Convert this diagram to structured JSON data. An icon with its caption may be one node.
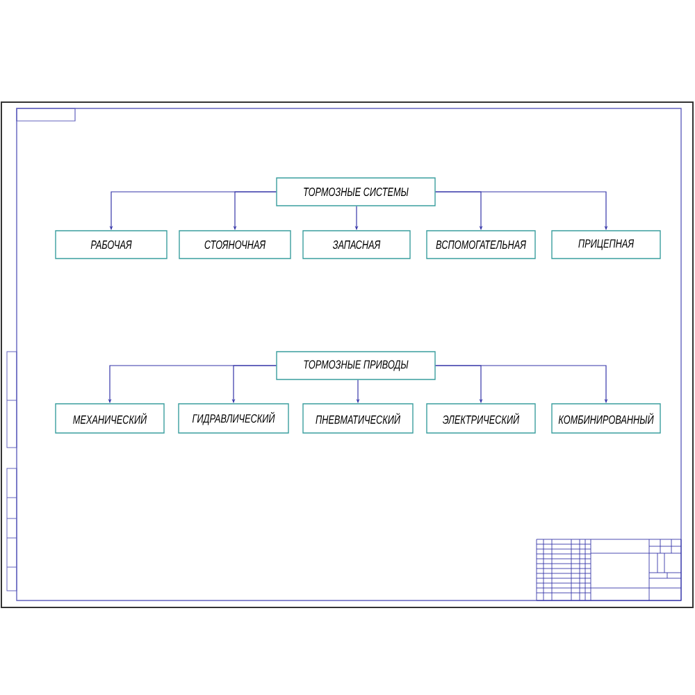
{
  "diagram": {
    "nodes": [
      {
        "text": [
          "ТОРМОЗНЫЕ СИСТЕМЫ"
        ]
      },
      {
        "text": [
          "РАБОЧАЯ"
        ]
      },
      {
        "text": [
          "СТОЯНОЧНАЯ"
        ]
      },
      {
        "text": [
          "ЗАПАСНАЯ"
        ]
      },
      {
        "text": [
          "ВСПОМОГАТЕЛЬНАЯ"
        ]
      },
      {
        "text": [
          "ПРИЦЕПНАЯ"
        ]
      },
      {
        "text": [
          "ТОРМОЗНЫЕ ПРИВОДЫ"
        ]
      },
      {
        "text": [
          "МЕХАНИЧЕСКИЙ"
        ]
      },
      {
        "text": [
          "ГИДРАВЛИЧЕСКИЙ"
        ]
      },
      {
        "text": [
          "ПНЕВМАТИЧЕСКИЙ"
        ]
      },
      {
        "text": [
          "ЭЛЕКТРИЧЕСКИЙ"
        ]
      },
      {
        "text": [
          "КОМБИНИРОВАННЫЙ"
        ]
      }
    ],
    "edges": [
      {
        "from": 0,
        "to": 1,
        "arrow": "to"
      },
      {
        "from": 0,
        "to": 2,
        "arrow": "to"
      },
      {
        "from": 0,
        "to": 3,
        "arrow": "to"
      },
      {
        "from": 0,
        "to": 4,
        "arrow": "to"
      },
      {
        "from": 0,
        "to": 5,
        "arrow": "to"
      },
      {
        "from": 6,
        "to": 7,
        "arrow": "to"
      },
      {
        "from": 6,
        "to": 8,
        "arrow": "to"
      },
      {
        "from": 6,
        "to": 9,
        "arrow": "to"
      },
      {
        "from": 6,
        "to": 10,
        "arrow": "to"
      },
      {
        "from": 6,
        "to": 11,
        "arrow": "to"
      }
    ]
  }
}
